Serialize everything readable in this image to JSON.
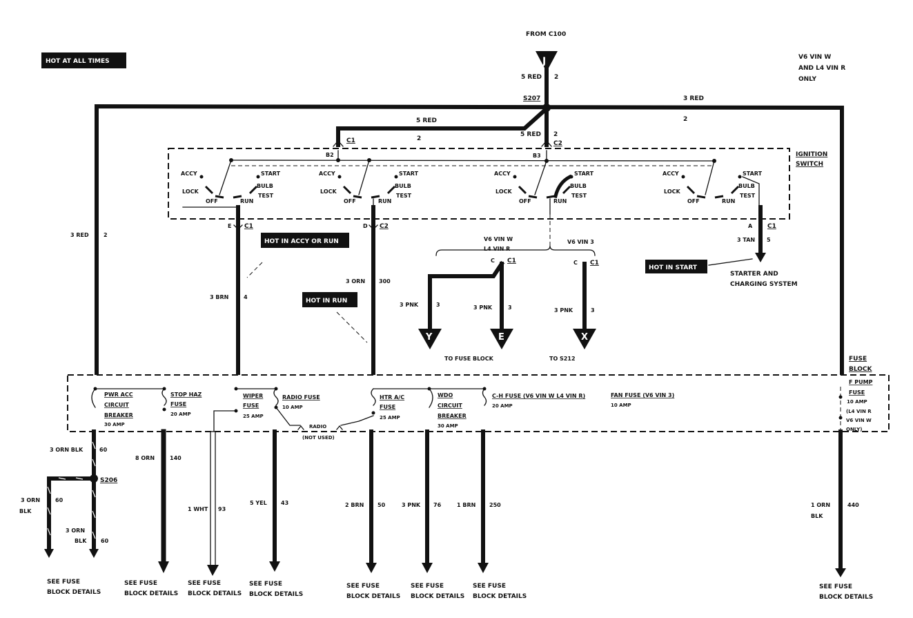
{
  "header": {
    "from_label": "FROM C100",
    "connector_J": "J",
    "feed_wire_color": "5 RED",
    "feed_wire_circuit": "2",
    "splice": "S207",
    "note_variant": [
      "V6 VIN W",
      "AND L4 VIN R",
      "ONLY"
    ]
  },
  "hot_labels": {
    "always": "HOT AT ALL TIMES",
    "accy_run": "HOT IN ACCY OR RUN",
    "run": "HOT IN RUN",
    "start": "HOT IN START"
  },
  "top_wires": {
    "right_color": "3 RED",
    "right_circuit": "2",
    "left_color": "3 RED",
    "left_circuit": "2",
    "c1_color": "5 RED",
    "c1_circuit": "2",
    "c2_color": "5 RED",
    "c2_circuit": "2",
    "c1_label": "C1",
    "c2_label": "C2",
    "b2": "B2",
    "b3": "B3"
  },
  "ignition_switch": {
    "title": [
      "IGNITION",
      "SWITCH"
    ],
    "positions": {
      "accy": "ACCY",
      "lock": "LOCK",
      "off": "OFF",
      "run": "RUN",
      "start": "START",
      "bulb": "BULB",
      "test": "TEST"
    },
    "outputs": [
      {
        "pin": "E",
        "connector": "C1",
        "wire_color": "3 BRN",
        "circuit": "4"
      },
      {
        "pin": "D",
        "connector": "C2",
        "wire_color": "3 ORN",
        "circuit": "300"
      },
      {
        "pin": "A",
        "connector": "C1",
        "wire_color": "3 TAN",
        "circuit": "5"
      }
    ]
  },
  "variants": {
    "left_label": [
      "V6 VIN W",
      "L4 VIN R"
    ],
    "right_label": "V6 VIN 3",
    "branches": [
      {
        "pin": "C",
        "connector": "C1",
        "wire_color": "3 PNK",
        "circuit": "3",
        "dest": "Y"
      },
      {
        "pin": "C",
        "connector": "C1",
        "wire_color": "3 PNK",
        "circuit": "3",
        "dest": "E"
      },
      {
        "pin": "C",
        "connector": "C1",
        "wire_color": "3 PNK",
        "circuit": "3",
        "dest": "X"
      }
    ],
    "to_fuse_block": "TO FUSE BLOCK",
    "to_s212": "TO S212"
  },
  "starter": [
    "STARTER AND",
    "CHARGING SYSTEM"
  ],
  "fuse_block": {
    "title": [
      "FUSE",
      "BLOCK"
    ],
    "items": [
      {
        "name": [
          "PWR ACC",
          "CIRCUIT",
          "BREAKER"
        ],
        "rating": "30 AMP"
      },
      {
        "name": [
          "STOP HAZ",
          "FUSE"
        ],
        "rating": "20 AMP"
      },
      {
        "name": [
          "WIPER",
          "FUSE"
        ],
        "rating": "25 AMP"
      },
      {
        "name": [
          "RADIO FUSE"
        ],
        "rating": "10 AMP"
      },
      {
        "name": [
          "HTR A/C",
          "FUSE"
        ],
        "rating": "25 AMP"
      },
      {
        "name": [
          "WDO",
          "CIRCUIT",
          "BREAKER"
        ],
        "rating": "30 AMP"
      },
      {
        "name": [
          "C-H FUSE (V6 VIN W  L4 VIN R)"
        ],
        "rating": "20 AMP"
      },
      {
        "name": [
          "FAN FUSE (V6 VIN 3)"
        ],
        "rating": "10 AMP"
      },
      {
        "name": [
          "F PUMP",
          "FUSE"
        ],
        "rating": "10 AMP",
        "note": [
          "(L4 VIN R",
          "V6 VIN W",
          "ONLY)"
        ]
      }
    ],
    "radio_label": "RADIO",
    "not_used": "(NOT USED)"
  },
  "outputs": [
    {
      "wire_color": "3 ORN BLK",
      "circuit": "60"
    },
    {
      "splice": "S206"
    },
    {
      "wire_color": [
        "3 ORN",
        "BLK"
      ],
      "circuit": "60"
    },
    {
      "wire_color": [
        "3 ORN",
        "BLK"
      ],
      "circuit": "60"
    },
    {
      "wire_color": "8 ORN",
      "circuit": "140"
    },
    {
      "wire_color": "1 WHT",
      "circuit": "93"
    },
    {
      "wire_color": "5 YEL",
      "circuit": "43"
    },
    {
      "wire_color": "2 BRN",
      "circuit": "50"
    },
    {
      "wire_color": "3 PNK",
      "circuit": "76"
    },
    {
      "wire_color": "1 BRN",
      "circuit": "250"
    },
    {
      "wire_color": [
        "1 ORN",
        "BLK"
      ],
      "circuit": "440"
    }
  ],
  "see_fuse": [
    "SEE FUSE",
    "BLOCK DETAILS"
  ]
}
